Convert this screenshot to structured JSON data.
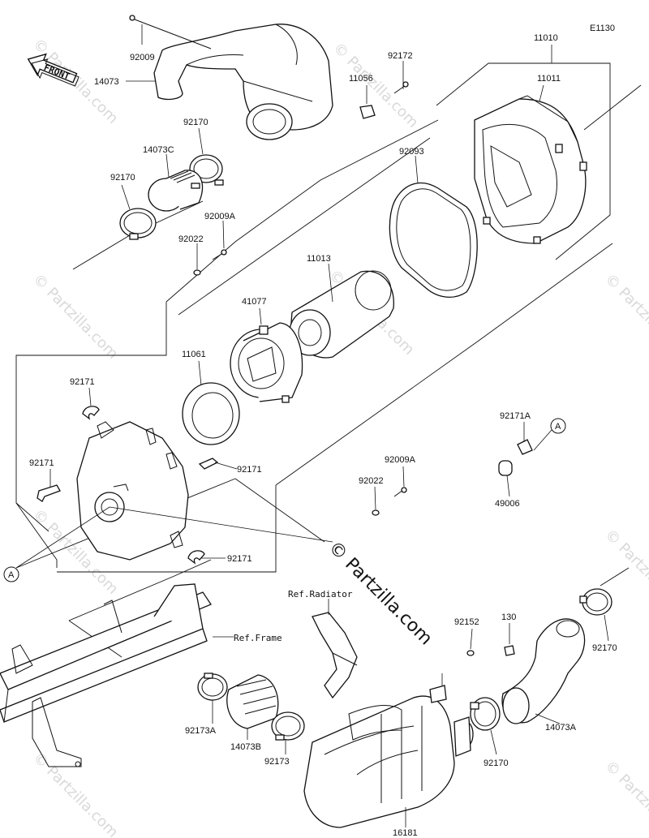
{
  "diagram_code": "E1130",
  "front_label": "FRONT",
  "brand": "© Partzilla.com",
  "watermark": "© Partzilla.com",
  "ref_labels": {
    "radiator": "Ref.Radiator",
    "frame": "Ref.Frame"
  },
  "callouts": [
    {
      "id": "c-92009-top",
      "text": "92009"
    },
    {
      "id": "c-14073",
      "text": "14073"
    },
    {
      "id": "c-92172",
      "text": "92172"
    },
    {
      "id": "c-11056",
      "text": "11056"
    },
    {
      "id": "c-11010",
      "text": "11010"
    },
    {
      "id": "c-11011",
      "text": "11011"
    },
    {
      "id": "c-92170-a",
      "text": "92170"
    },
    {
      "id": "c-14073c",
      "text": "14073C"
    },
    {
      "id": "c-92170-b",
      "text": "92170"
    },
    {
      "id": "c-92093",
      "text": "92093"
    },
    {
      "id": "c-92009a-top",
      "text": "92009A"
    },
    {
      "id": "c-92022-top",
      "text": "92022"
    },
    {
      "id": "c-11013",
      "text": "11013"
    },
    {
      "id": "c-41077",
      "text": "41077"
    },
    {
      "id": "c-11061",
      "text": "11061"
    },
    {
      "id": "c-92171-a",
      "text": "92171"
    },
    {
      "id": "c-92171-b",
      "text": "92171"
    },
    {
      "id": "c-92171-c",
      "text": "92171"
    },
    {
      "id": "c-92171-d",
      "text": "92171"
    },
    {
      "id": "c-92171a",
      "text": "92171A"
    },
    {
      "id": "c-49006",
      "text": "49006"
    },
    {
      "id": "c-92009a-mid",
      "text": "92009A"
    },
    {
      "id": "c-92022-mid",
      "text": "92022"
    },
    {
      "id": "c-92152",
      "text": "92152"
    },
    {
      "id": "c-130",
      "text": "130"
    },
    {
      "id": "c-92170-c",
      "text": "92170"
    },
    {
      "id": "c-92170-d",
      "text": "92170"
    },
    {
      "id": "c-14073a",
      "text": "14073A"
    },
    {
      "id": "c-92173a",
      "text": "92173A"
    },
    {
      "id": "c-14073b",
      "text": "14073B"
    },
    {
      "id": "c-92173",
      "text": "92173"
    },
    {
      "id": "c-16181",
      "text": "16181"
    }
  ],
  "ref_markers": {
    "a_left": "A",
    "a_right": "A"
  }
}
